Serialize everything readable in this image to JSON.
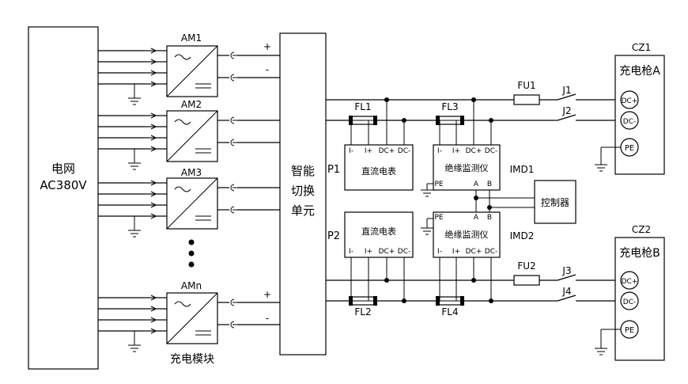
{
  "grid": {
    "line1": "电网",
    "line2": "AC380V"
  },
  "modules": {
    "labels": [
      "AM1",
      "AM2",
      "AM3",
      "AMn"
    ],
    "caption": "充电模块"
  },
  "switch_unit": {
    "line1": "智能",
    "line2": "切换",
    "line3": "单元"
  },
  "polarity": {
    "plus": "+",
    "minus": "-"
  },
  "filters": {
    "fl1": "FL1",
    "fl2": "FL2",
    "fl3": "FL3",
    "fl4": "FL4"
  },
  "meters": {
    "p1": "P1",
    "p2": "P2",
    "name": "直流电表",
    "terminals": [
      "I-",
      "I+",
      "DC+",
      "DC-"
    ]
  },
  "imd": {
    "imd1": "IMD1",
    "imd2": "IMD2",
    "name": "绝缘监测仪",
    "terminals": [
      "I-",
      "I+",
      "DC+",
      "DC-"
    ],
    "pe": "PE",
    "a": "A",
    "b": "B"
  },
  "controller": "控制器",
  "fuses": {
    "fu1": "FU1",
    "fu2": "FU2"
  },
  "contactors": {
    "j1": "J1",
    "j2": "J2",
    "j3": "J3",
    "j4": "J4"
  },
  "connectors": {
    "cz1": "CZ1",
    "cz2": "CZ2",
    "gun_a": "充电枪A",
    "gun_b": "充电枪B",
    "dc_plus": "DC+",
    "dc_minus": "DC-",
    "pe": "PE"
  }
}
